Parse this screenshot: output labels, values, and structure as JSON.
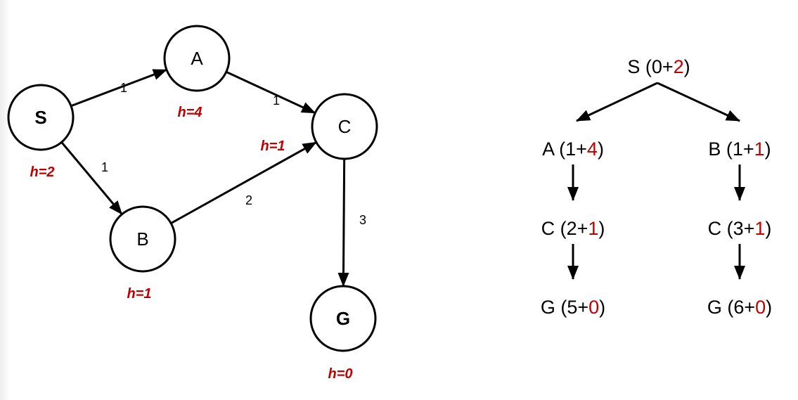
{
  "graph": {
    "nodes": [
      {
        "id": "S",
        "label": "S",
        "h": "h=2",
        "bold": true
      },
      {
        "id": "A",
        "label": "A",
        "h": "h=4",
        "bold": false
      },
      {
        "id": "B",
        "label": "B",
        "h": "h=1",
        "bold": false
      },
      {
        "id": "C",
        "label": "C",
        "h": "h=1",
        "bold": false
      },
      {
        "id": "G",
        "label": "G",
        "h": "h=0",
        "bold": true
      }
    ],
    "edges": [
      {
        "from": "S",
        "to": "A",
        "weight": "1"
      },
      {
        "from": "S",
        "to": "B",
        "weight": "1"
      },
      {
        "from": "A",
        "to": "C",
        "weight": "1"
      },
      {
        "from": "B",
        "to": "C",
        "weight": "2"
      },
      {
        "from": "C",
        "to": "G",
        "weight": "3"
      }
    ]
  },
  "tree": {
    "nodes": [
      {
        "name": "S",
        "g": "0",
        "h": "2"
      },
      {
        "name": "A",
        "g": "1",
        "h": "4"
      },
      {
        "name": "B",
        "g": "1",
        "h": "1"
      },
      {
        "name": "C",
        "g": "2",
        "h": "1"
      },
      {
        "name": "C",
        "g": "3",
        "h": "1"
      },
      {
        "name": "G",
        "g": "5",
        "h": "0"
      },
      {
        "name": "G",
        "g": "6",
        "h": "0"
      }
    ]
  },
  "colors": {
    "heuristic": "#c00000",
    "ink": "#000000"
  }
}
